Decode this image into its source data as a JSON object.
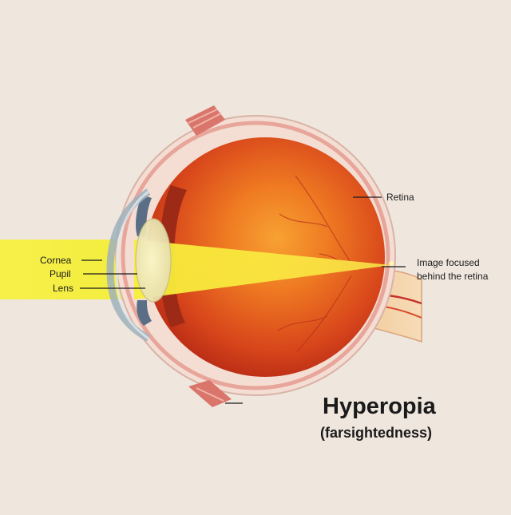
{
  "diagram": {
    "title": "Hyperopia",
    "subtitle": "(farsightedness)",
    "labels": {
      "cornea": "Cornea",
      "pupil": "Pupil",
      "lens": "Lens",
      "retina": "Retina",
      "focus_line1": "Image focused",
      "focus_line2": "behind the retina"
    }
  },
  "colors": {
    "background": "#efe6de",
    "light_beam": "#f5ef3a",
    "eye_interior": "#d9421a",
    "sclera": "#f3dcd2",
    "muscle": "#d9786a"
  }
}
